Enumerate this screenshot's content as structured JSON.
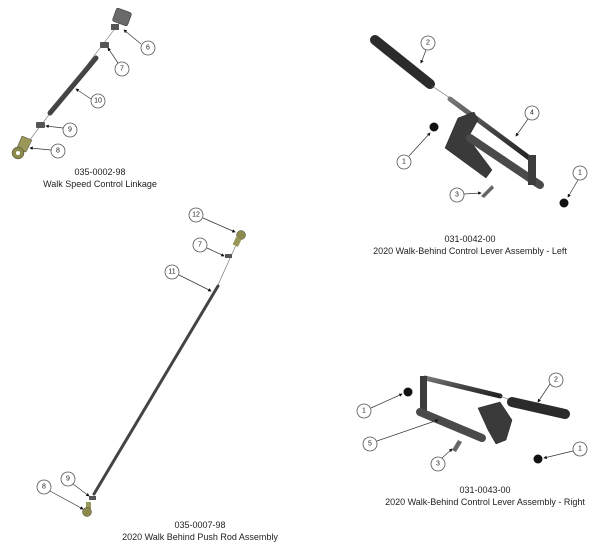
{
  "assemblies": [
    {
      "part_number": "035-0002-98",
      "title": "Walk Speed Control Linkage",
      "callouts": [
        "6",
        "7",
        "10",
        "9",
        "8"
      ]
    },
    {
      "part_number": "031-0042-00",
      "title": "2020 Walk-Behind Control Lever Assembly - Left",
      "callouts": [
        "2",
        "4",
        "1",
        "1",
        "3"
      ]
    },
    {
      "part_number": "035-0007-98",
      "title": "2020 Walk Behind Push Rod Assembly",
      "callouts": [
        "12",
        "7",
        "11",
        "9",
        "8"
      ]
    },
    {
      "part_number": "031-0043-00",
      "title": "2020 Walk-Behind Control Lever Assembly - Right",
      "callouts": [
        "2",
        "1",
        "5",
        "3",
        "1"
      ]
    }
  ],
  "colors": {
    "steel": "#4a4a4a",
    "grip": "#2b2b2b",
    "rod_end": "#8c8a4a"
  }
}
